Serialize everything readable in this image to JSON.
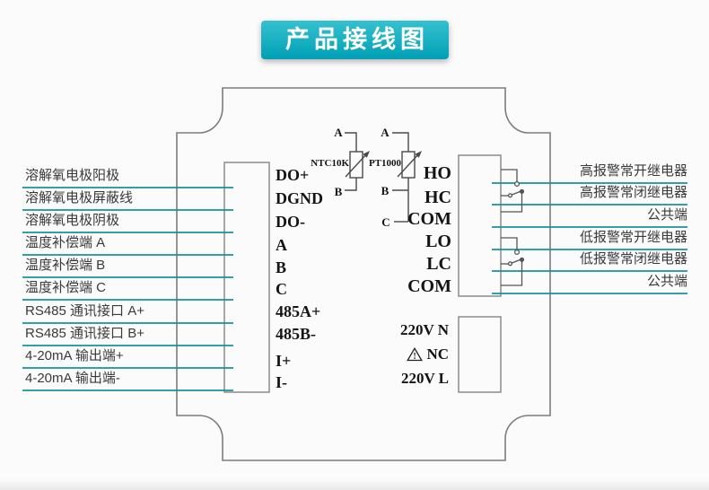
{
  "title": "产品接线图",
  "left_rows": [
    {
      "label": "溶解氧电极阳极",
      "terminal": "DO+"
    },
    {
      "label": "溶解氧电极屏蔽线",
      "terminal": "DGND"
    },
    {
      "label": "溶解氧电极阴极",
      "terminal": "DO-"
    },
    {
      "label": "温度补偿端 A",
      "terminal": "A"
    },
    {
      "label": "温度补偿端 B",
      "terminal": "B"
    },
    {
      "label": "温度补偿端 C",
      "terminal": "C"
    },
    {
      "label": "RS485 通讯接口 A+",
      "terminal": "485A+"
    },
    {
      "label": "RS485 通讯接口 B+",
      "terminal": "485B-"
    },
    {
      "label": "4-20mA 输出端+",
      "terminal": "I+"
    },
    {
      "label": "4-20mA 输出端-",
      "terminal": "I-"
    }
  ],
  "relay_rows": [
    {
      "terminal": "HO",
      "label": "高报警常开继电器"
    },
    {
      "terminal": "HC",
      "label": "高报警常闭继电器"
    },
    {
      "terminal": "COM",
      "label": "公共端"
    },
    {
      "terminal": "LO",
      "label": "低报警常开继电器"
    },
    {
      "terminal": "LC",
      "label": "低报警常闭继电器"
    },
    {
      "terminal": "COM",
      "label": "公共端"
    }
  ],
  "thermistors": {
    "ntc": {
      "name": "NTC10K",
      "a": "A",
      "b": "B"
    },
    "pt": {
      "name": "PT1000",
      "a": "A",
      "b": "B",
      "c": "C"
    }
  },
  "power_rows": [
    {
      "terminal": "220V N"
    },
    {
      "terminal": "NC"
    },
    {
      "terminal": "220V L"
    }
  ],
  "warning_mark": "!",
  "colors": {
    "wire": "#16939f",
    "banner_top": "#35c1d0",
    "banner_bottom": "#009fb5",
    "outline": "#7c7c7c"
  }
}
